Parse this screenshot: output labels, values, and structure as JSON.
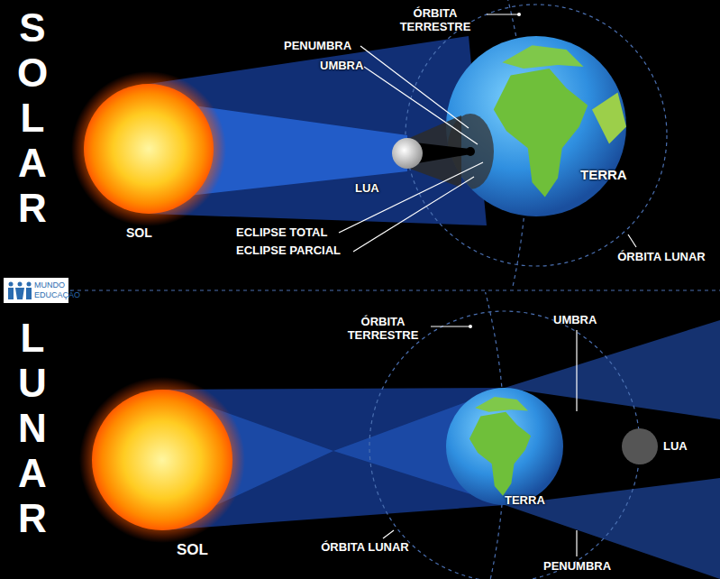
{
  "diagram": {
    "labels": [
      "SOLAR",
      "PENUMBRA",
      "UMBRA",
      "ÓRBITA TERRESTRE",
      "LUA",
      "TERRA",
      "SOL",
      "ECLIPSE TOTAL",
      "ECLIPSE PARCIAL",
      "ÓRBITA LUNAR",
      "MUNDO EDUCAÇÃO",
      "LUNAR",
      "ÓRBITA TERRESTRE",
      "UMBRA",
      "LUA",
      "TERRA",
      "SOL",
      "ÓRBITA LUNAR",
      "PENUMBRA"
    ]
  }
}
